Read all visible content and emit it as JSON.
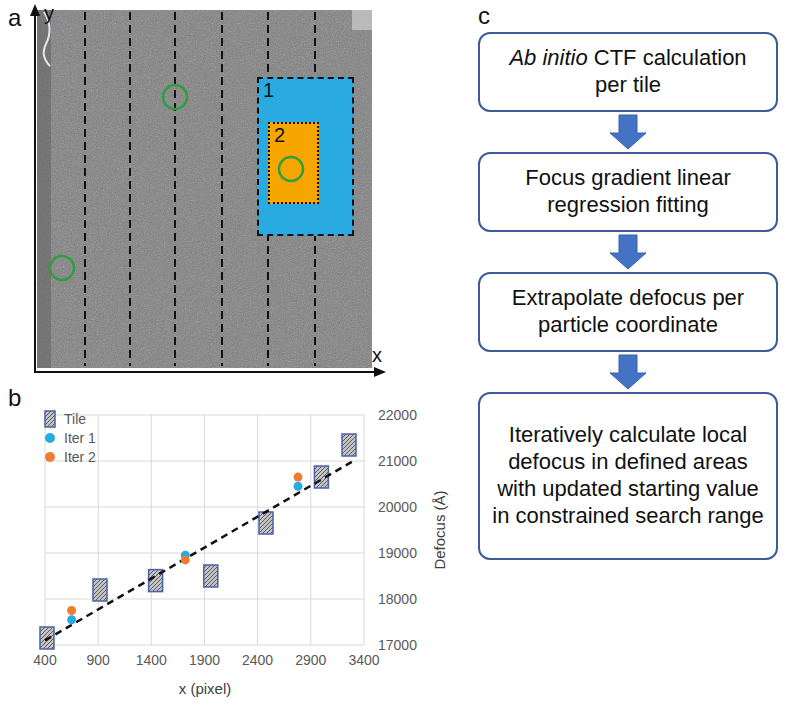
{
  "diagram": {
    "nodes": [
      {
        "text": [
          "1"
        ]
      },
      {
        "text": [
          "2"
        ],
        "in": 0
      },
      {
        "text": [
          "Ab initio CTF calculation per tile"
        ]
      },
      {
        "text": [
          "Focus gradient linear regression fitting"
        ]
      },
      {
        "text": [
          "Extrapolate defocus per particle coordinate"
        ]
      },
      {
        "text": [
          "Iteratively calculate local defocus in defined areas with updated starting value in constrained search range"
        ]
      }
    ],
    "edges": [
      {
        "from": 2,
        "to": 3,
        "arrow": "to"
      },
      {
        "from": 3,
        "to": 4,
        "arrow": "to"
      },
      {
        "from": 4,
        "to": 5,
        "arrow": "to"
      }
    ],
    "labels": [
      "a",
      "y",
      "x",
      "b",
      "c",
      "400",
      "900",
      "1400",
      "1900",
      "2400",
      "2900",
      "3400",
      "22000",
      "21000",
      "20000",
      "19000",
      "18000",
      "17000",
      "Defocus (Å)",
      "x (pixel)"
    ],
    "legend": [
      {
        "text": "Tile"
      },
      {
        "text": "Iter 1",
        "color": "#29abe2"
      },
      {
        "text": "Iter 2",
        "color": "#ed7d31"
      }
    ]
  }
}
